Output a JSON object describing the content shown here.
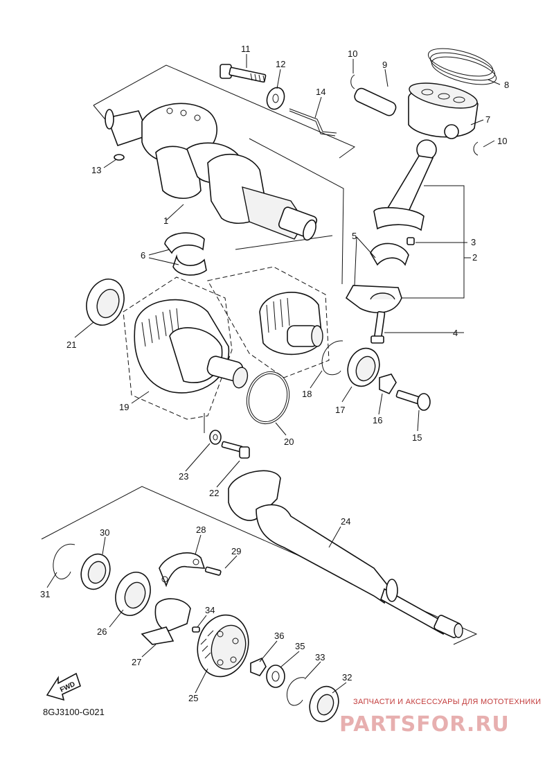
{
  "diagram_code": "8GJ3100-G021",
  "fwd_label": "FWD",
  "watermark": {
    "tagline": "ЗАПЧАСТИ И АКСЕССУАРЫ ДЛЯ МОТОТЕХНИКИ",
    "brand": "PARTSFOR.RU"
  },
  "callouts": [
    {
      "id": "c1",
      "text": "1"
    },
    {
      "id": "c2",
      "text": "2"
    },
    {
      "id": "c3",
      "text": "3"
    },
    {
      "id": "c4",
      "text": "4"
    },
    {
      "id": "c5",
      "text": "5"
    },
    {
      "id": "c6",
      "text": "6"
    },
    {
      "id": "c7",
      "text": "7"
    },
    {
      "id": "c8",
      "text": "8"
    },
    {
      "id": "c9",
      "text": "9"
    },
    {
      "id": "c10a",
      "text": "10"
    },
    {
      "id": "c10b",
      "text": "10"
    },
    {
      "id": "c11",
      "text": "11"
    },
    {
      "id": "c12",
      "text": "12"
    },
    {
      "id": "c13",
      "text": "13"
    },
    {
      "id": "c14",
      "text": "14"
    },
    {
      "id": "c15",
      "text": "15"
    },
    {
      "id": "c16",
      "text": "16"
    },
    {
      "id": "c17",
      "text": "17"
    },
    {
      "id": "c18",
      "text": "18"
    },
    {
      "id": "c19",
      "text": "19"
    },
    {
      "id": "c20",
      "text": "20"
    },
    {
      "id": "c21",
      "text": "21"
    },
    {
      "id": "c22",
      "text": "22"
    },
    {
      "id": "c23",
      "text": "23"
    },
    {
      "id": "c24",
      "text": "24"
    },
    {
      "id": "c25",
      "text": "25"
    },
    {
      "id": "c26",
      "text": "26"
    },
    {
      "id": "c27",
      "text": "27"
    },
    {
      "id": "c28",
      "text": "28"
    },
    {
      "id": "c29",
      "text": "29"
    },
    {
      "id": "c30",
      "text": "30"
    },
    {
      "id": "c31",
      "text": "31"
    },
    {
      "id": "c32",
      "text": "32"
    },
    {
      "id": "c33",
      "text": "33"
    },
    {
      "id": "c34",
      "text": "34"
    },
    {
      "id": "c35",
      "text": "35"
    },
    {
      "id": "c36",
      "text": "36"
    }
  ]
}
